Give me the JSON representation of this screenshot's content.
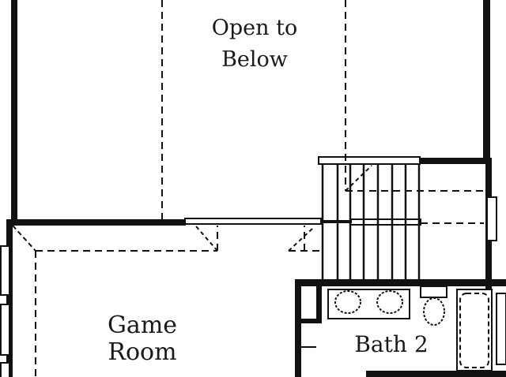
{
  "rooms": {
    "open_to_below": {
      "line1": "Open to",
      "line2": "Below"
    },
    "game_room": {
      "line1": "Game",
      "line2": "Room"
    },
    "bath_2": {
      "label": "Bath 2"
    }
  },
  "colors": {
    "wall": "#111111",
    "background": "#ffffff"
  }
}
